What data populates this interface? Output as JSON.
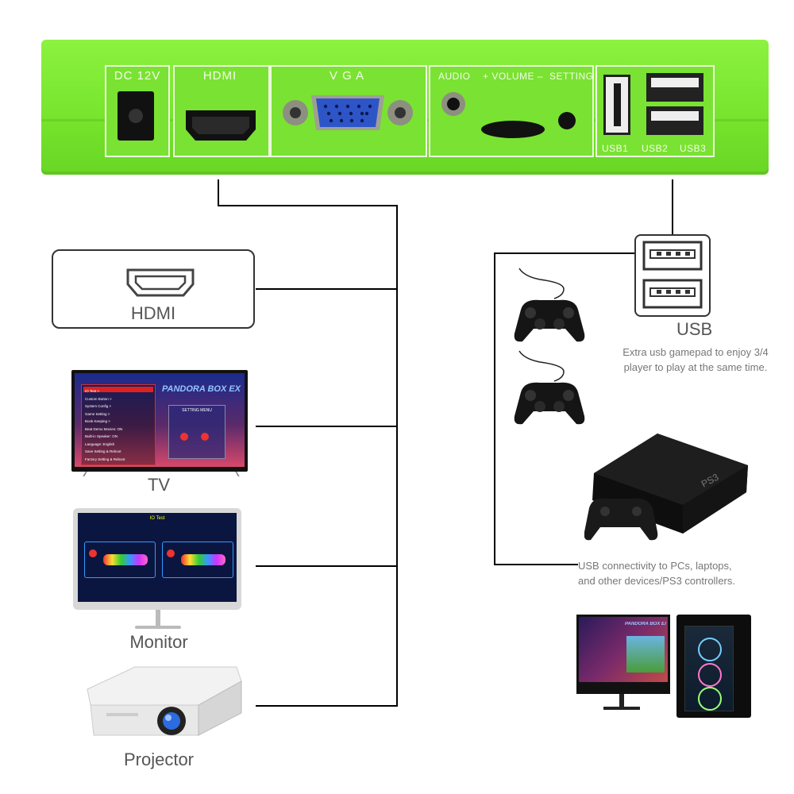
{
  "ports": {
    "dc": "DC 12V",
    "hdmi": "HDMI",
    "vga": "V G A",
    "audio": "AUDIO",
    "volume": "+ VOLUME –",
    "setting": "SETTING",
    "usb1": "USB1",
    "usb2": "USB2",
    "usb3": "USB3"
  },
  "outputs": {
    "hdmi_label": "HDMI",
    "tv_label": "TV",
    "monitor_label": "Monitor",
    "projector_label": "Projector"
  },
  "usb_section": {
    "label": "USB",
    "gamepad_note_line1": "Extra usb gamepad to enjoy 3/4",
    "gamepad_note_line2": "player to play at the same time.",
    "connectivity_note_line1": "USB connectivity to PCs, laptops,",
    "connectivity_note_line2": "and other devices/PS3 controllers."
  },
  "screens": {
    "tv_brand": "PANDORA BOX EX",
    "tv_menu_title": "SETTING MENU",
    "tv_menu_items": [
      "IO Test >",
      "Custom Button >",
      "System Config >",
      "Game Setting >",
      "Book Keeping >",
      "Beat Demo Movies: ON",
      "Built-in Speaker: ON",
      "Language: English",
      "Save Setting & Reboot",
      "Factory Setting & Reboot"
    ],
    "monitor_title": "IO Test",
    "pc_brand": "PANDORA BOX EX"
  },
  "device_text": {
    "ps3_logo": "PS3"
  }
}
